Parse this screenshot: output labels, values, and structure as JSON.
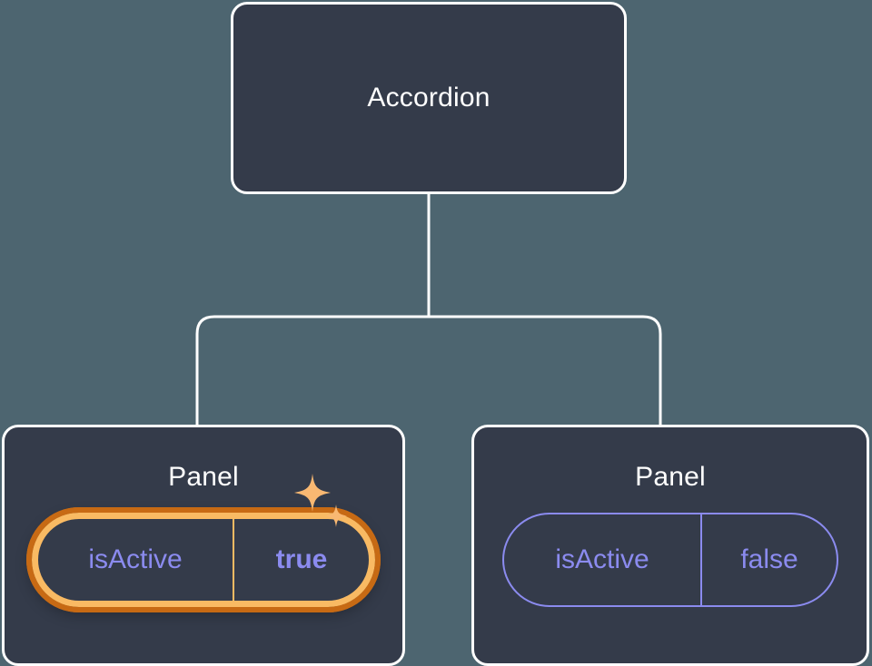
{
  "diagram": {
    "type": "component-tree",
    "background_color": "#4d6570",
    "node_fill_color": "#343b4a",
    "node_border_color": "#ffffff",
    "connector_color": "#ffffff",
    "prop_text_color": "#8b8bef",
    "highlight_inner_color": "#f9ba63",
    "highlight_outer_color": "#c76a14",
    "sparkle_color": "#f9b872"
  },
  "root": {
    "title": "Accordion"
  },
  "panels": [
    {
      "title": "Panel",
      "prop": {
        "key": "isActive",
        "value": "true",
        "highlighted": true,
        "value_bold": true
      },
      "sparkles_icon": "sparkles-icon"
    },
    {
      "title": "Panel",
      "prop": {
        "key": "isActive",
        "value": "false",
        "highlighted": false,
        "value_bold": false
      }
    }
  ]
}
